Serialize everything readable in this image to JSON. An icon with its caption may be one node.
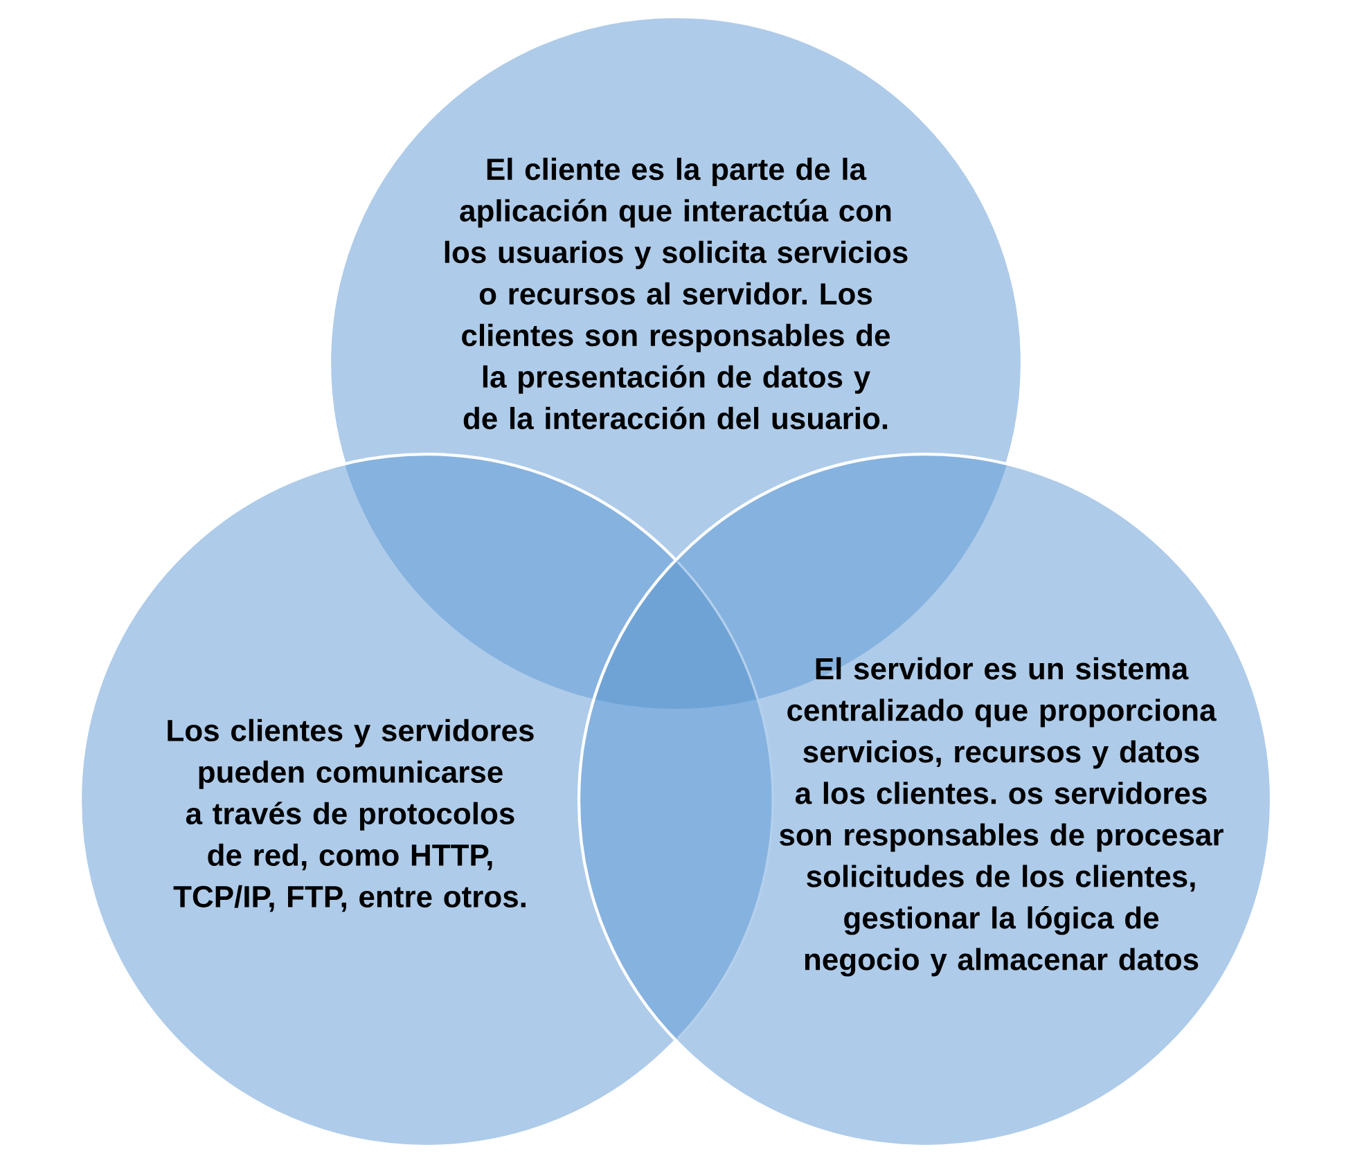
{
  "diagram": {
    "nodes": [
      {
        "text": [
          "El cliente es la parte de la aplicación que interactúa con los usuarios y solicita servicios o recursos al servidor. Los clientes son responsables de la presentación de datos y de la interacción del usuario."
        ]
      },
      {
        "text": [
          "Los clientes y servidores pueden comunicarse a través de protocolos de red, como HTTP, TCP/IP, FTP, entre otros."
        ]
      },
      {
        "text": [
          "El servidor es un sistema centralizado que proporciona servicios, recursos y datos a los clientes. os servidores son responsables de procesar solicitudes de los clientes, gestionar la lógica de negocio y almacenar datos"
        ]
      }
    ]
  }
}
